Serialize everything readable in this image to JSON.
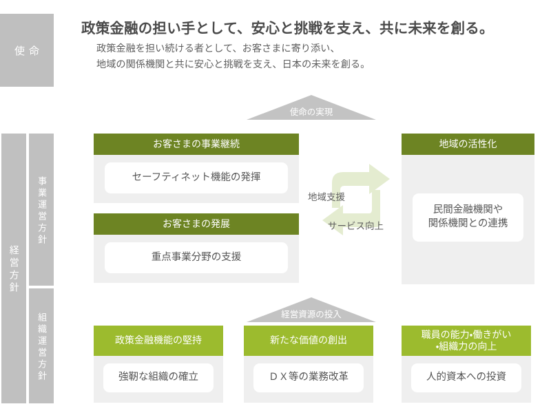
{
  "mission": {
    "badge_label": "使命",
    "headline": "政策金融の担い手として、安心と挑戦を支え、共に未来を創る。",
    "subtitle_line1": "政策金融を担い続ける者として、お客さまに寄り添い、",
    "subtitle_line2": "地域の関係機関と共に安心と挑戦を支え、日本の未来を創る。"
  },
  "banners": {
    "mission_realization": "使命の実現",
    "resource_input": "経営資源の投入"
  },
  "rails": {
    "management_policy": "経営方針",
    "business_operation_policy": "事業運営方針",
    "organization_operation_policy": "組織運営方針"
  },
  "cycle": {
    "label_top": "地域支援",
    "label_bottom": "サービス向上"
  },
  "business_panels": [
    {
      "id": "customer-business-continuity",
      "header": "お客さまの事業継続",
      "card": "セーフティネット機能の発揮"
    },
    {
      "id": "customer-development",
      "header": "お客さまの発展",
      "card": "重点事業分野の支援"
    },
    {
      "id": "regional-revitalization",
      "header": "地域の活性化",
      "card_line1": "民間金融機関や",
      "card_line2": "関係機関との連携"
    }
  ],
  "organization_panels": [
    {
      "id": "policy-finance-function",
      "header": "政策金融機能の堅持",
      "card": "強靭な組織の確立"
    },
    {
      "id": "new-value-creation",
      "header": "新たな価値の創出",
      "card": "ＤＸ等の業務改革"
    },
    {
      "id": "staff-capability",
      "header_line1": "職員の能力・働きがい",
      "header_line2": "・組織力の向上",
      "card": "人的資本への投資"
    }
  ],
  "colors": {
    "green_dark": "#6d8423",
    "green_light": "#9cbb2e",
    "gray_rail": "#c0c0c0",
    "gray_panel": "#efefef",
    "cycle_green": "#e4ecd0"
  }
}
